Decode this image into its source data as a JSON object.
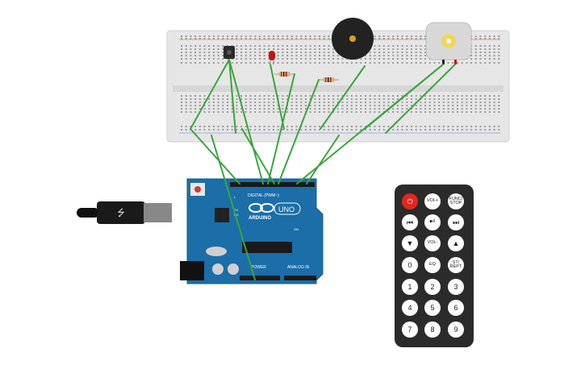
{
  "arduino": {
    "digital_label": "DIGITAL (PWM~)",
    "brand": "ARDUINO",
    "model": "UNO",
    "power_label": "POWER",
    "analog_label": "ANALOG IN",
    "tx_label": "TX",
    "rx_label": "RX",
    "l_label": "L",
    "on_label": "ON"
  },
  "remote": {
    "buttons": [
      {
        "label": "⏻",
        "name": "remote-power-button",
        "cls": "power"
      },
      {
        "label": "VOL+",
        "name": "remote-vol-up-button",
        "cls": "small"
      },
      {
        "label": "FUNC/ STOP",
        "name": "remote-func-stop-button",
        "cls": "small"
      },
      {
        "label": "⏮",
        "name": "remote-prev-button",
        "cls": ""
      },
      {
        "label": "▶‖",
        "name": "remote-play-pause-button",
        "cls": "small"
      },
      {
        "label": "⏭",
        "name": "remote-next-button",
        "cls": ""
      },
      {
        "label": "▼",
        "name": "remote-down-button",
        "cls": ""
      },
      {
        "label": "VOL-",
        "name": "remote-vol-down-button",
        "cls": "small"
      },
      {
        "label": "▲",
        "name": "remote-up-button",
        "cls": ""
      },
      {
        "label": "0",
        "name": "remote-0-button",
        "cls": ""
      },
      {
        "label": "EQ",
        "name": "remote-eq-button",
        "cls": "small"
      },
      {
        "label": "ST/ REPT",
        "name": "remote-st-rept-button",
        "cls": "small"
      },
      {
        "label": "1",
        "name": "remote-1-button",
        "cls": ""
      },
      {
        "label": "2",
        "name": "remote-2-button",
        "cls": ""
      },
      {
        "label": "3",
        "name": "remote-3-button",
        "cls": ""
      },
      {
        "label": "4",
        "name": "remote-4-button",
        "cls": ""
      },
      {
        "label": "5",
        "name": "remote-5-button",
        "cls": ""
      },
      {
        "label": "6",
        "name": "remote-6-button",
        "cls": ""
      },
      {
        "label": "7",
        "name": "remote-7-button",
        "cls": ""
      },
      {
        "label": "8",
        "name": "remote-8-button",
        "cls": ""
      },
      {
        "label": "9",
        "name": "remote-9-button",
        "cls": ""
      }
    ]
  },
  "colors": {
    "wire": "#3aa53c",
    "breadboard": "#e6e6e6",
    "arduino": "#1b6ea8",
    "remote": "#2b2b2b",
    "power_button": "#e0281e",
    "led": "#c0150f",
    "motor": "#d8d8d8",
    "buzzer": "#222222"
  }
}
